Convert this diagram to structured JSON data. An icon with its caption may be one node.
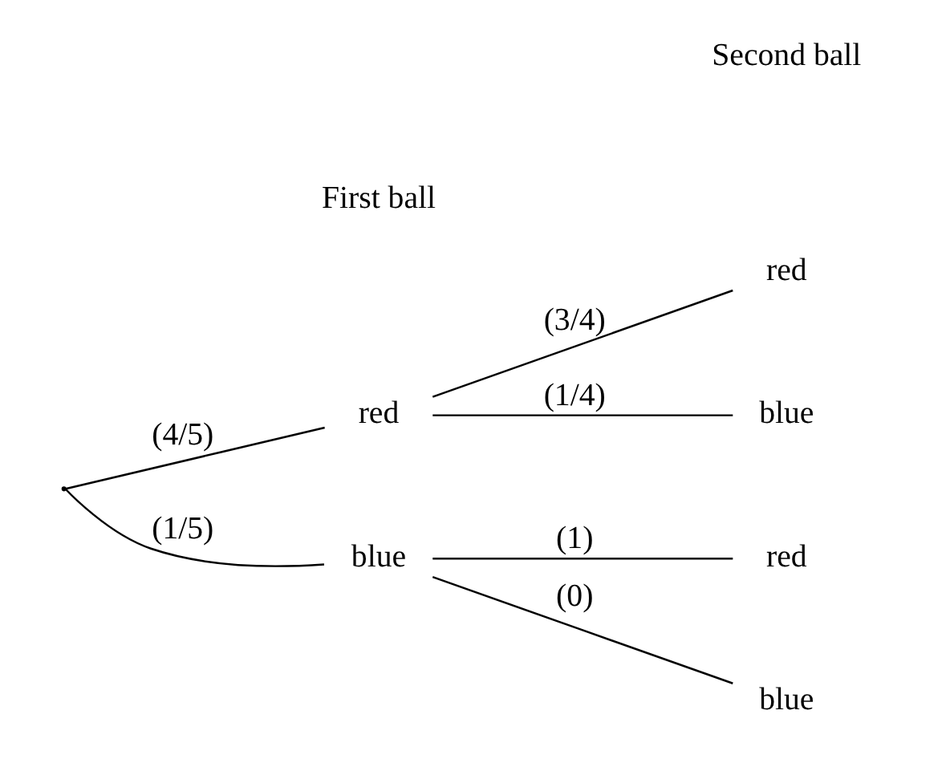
{
  "diagram": {
    "nodes": [
      {
        "text": [],
        "shape": "point"
      },
      {
        "text": [
          "red"
        ]
      },
      {
        "text": [
          "blue"
        ]
      },
      {
        "text": [
          "red"
        ]
      },
      {
        "text": [
          "blue"
        ]
      },
      {
        "text": [
          "red"
        ]
      },
      {
        "text": [
          "blue"
        ]
      }
    ],
    "edges": [
      {
        "from": 0,
        "to": 1,
        "arrow": "none",
        "label": "(4/5)"
      },
      {
        "from": 0,
        "to": 2,
        "arrow": "none",
        "label": "(1/5)"
      },
      {
        "from": 1,
        "to": 3,
        "arrow": "none",
        "label": "(3/4)"
      },
      {
        "from": 1,
        "to": 4,
        "arrow": "none",
        "label": "(1/4)"
      },
      {
        "from": 2,
        "to": 5,
        "arrow": "none",
        "label": "(1)"
      },
      {
        "from": 2,
        "to": 6,
        "arrow": "none",
        "label": "(0)"
      }
    ],
    "labels": [
      "First ball",
      "Second ball"
    ]
  }
}
